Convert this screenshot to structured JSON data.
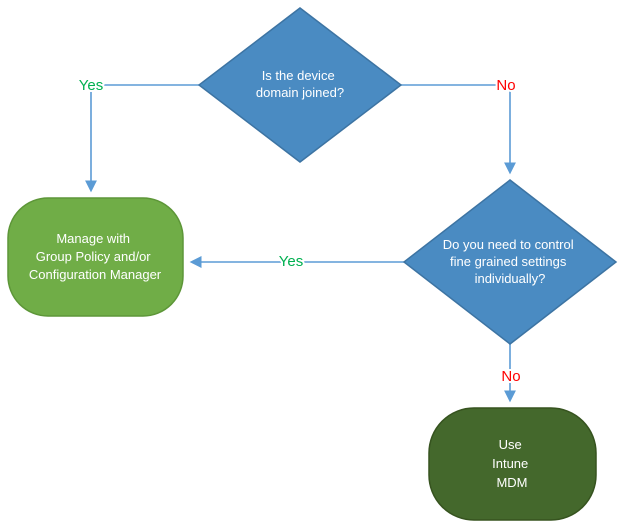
{
  "diagram": {
    "decision_domain_joined": {
      "line1": "Is the device",
      "line2": "domain joined?"
    },
    "decision_fine_grained": {
      "line1": "Do you need to control",
      "line2": "fine grained settings",
      "line3": "individually?"
    },
    "result_group_policy": {
      "line1": "Manage with",
      "line2": "Group Policy and/or",
      "line3": "Configuration Manager"
    },
    "result_intune": {
      "line1": "Use",
      "line2": "Intune",
      "line3": "MDM"
    },
    "edge_labels": {
      "domain_joined_yes": "Yes",
      "domain_joined_no": "No",
      "fine_grained_yes": "Yes",
      "fine_grained_no": "No"
    },
    "colors": {
      "decision_fill": "#4A8BC2",
      "decision_border": "#3D74A3",
      "result_fill": "#70AD47",
      "result_border": "#5D9638",
      "result_dark_fill": "#44682C",
      "result_dark_border": "#36531F",
      "connector": "#5B9BD5",
      "yes_label": "#00B050",
      "no_label": "#FF0000",
      "node_text": "#FFFFFF"
    }
  }
}
